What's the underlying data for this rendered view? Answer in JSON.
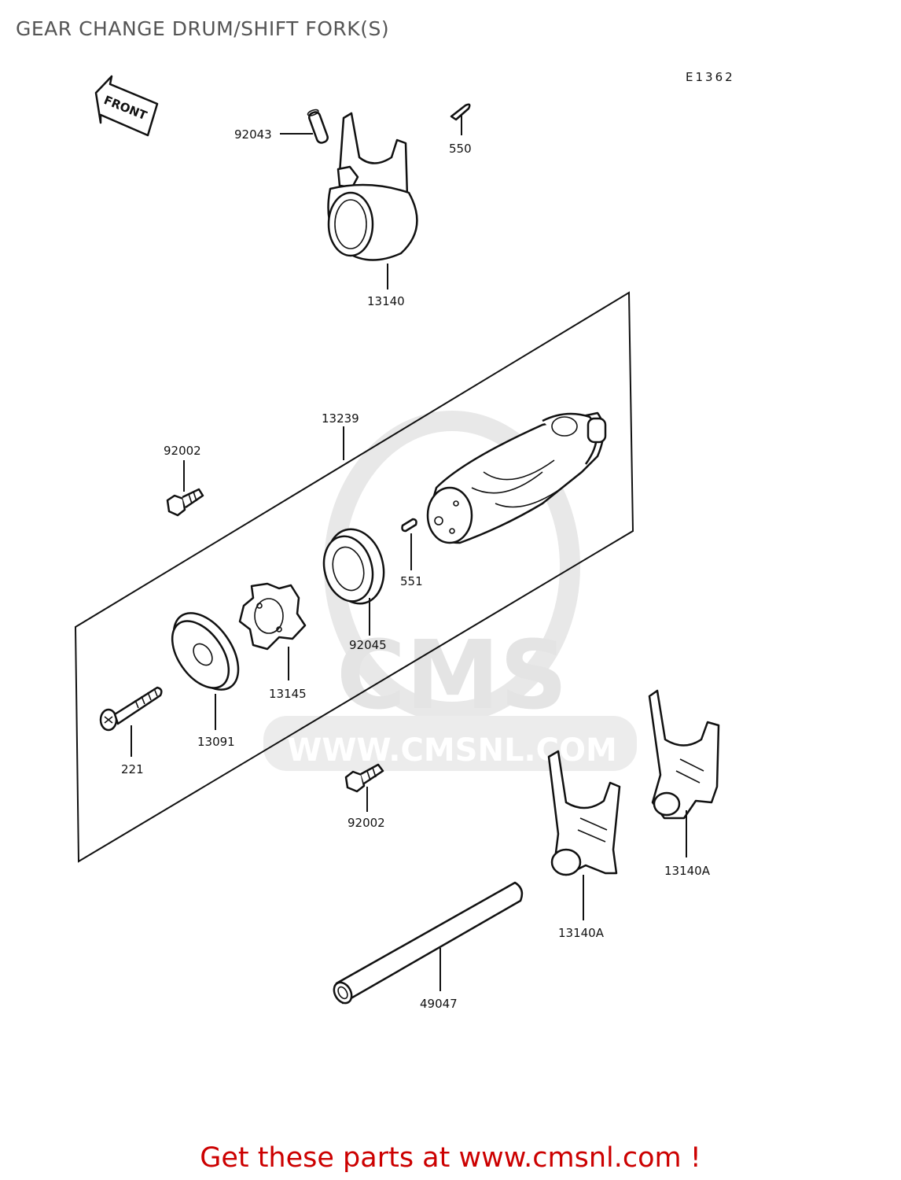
{
  "title": "GEAR CHANGE DRUM/SHIFT FORK(S)",
  "diagram_code": "E1362",
  "front_label": "FRONT",
  "watermark": {
    "brand": "CMS",
    "url": "WWW.CMSNL.COM"
  },
  "parts": [
    {
      "id": "p92043",
      "number": "92043"
    },
    {
      "id": "p550",
      "number": "550"
    },
    {
      "id": "p13140",
      "number": "13140"
    },
    {
      "id": "p13239",
      "number": "13239"
    },
    {
      "id": "p92002a",
      "number": "92002"
    },
    {
      "id": "p551",
      "number": "551"
    },
    {
      "id": "p92045",
      "number": "92045"
    },
    {
      "id": "p13145",
      "number": "13145"
    },
    {
      "id": "p13091",
      "number": "13091"
    },
    {
      "id": "p221",
      "number": "221"
    },
    {
      "id": "p92002b",
      "number": "92002"
    },
    {
      "id": "p13140A_right",
      "number": "13140A"
    },
    {
      "id": "p13140A_left",
      "number": "13140A"
    },
    {
      "id": "p49047",
      "number": "49047"
    }
  ],
  "footer": "Get these parts at www.cmsnl.com !",
  "colors": {
    "footer": "#cc0000",
    "title": "#555555",
    "watermark": "#e4e4e4"
  }
}
